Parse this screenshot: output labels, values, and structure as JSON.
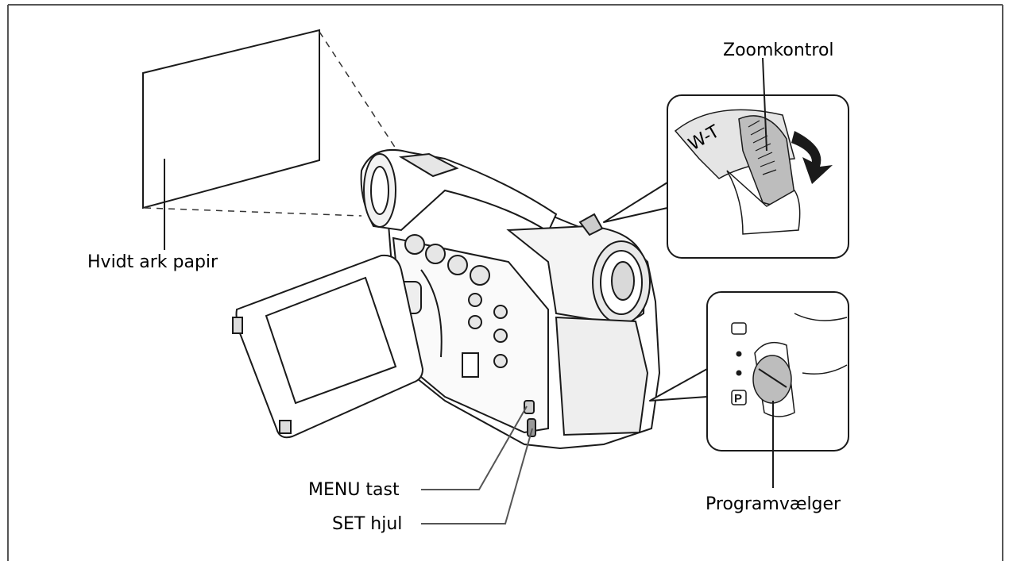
{
  "diagram": {
    "labels": {
      "paper": "Hvidt ark papir",
      "zoom": "Zoomkontrol",
      "menu": "MENU tast",
      "set": "SET hjul",
      "program": "Programvælger",
      "zoom_scale": "W-T"
    },
    "colors": {
      "line": "#1a1a1a",
      "border": "#555555",
      "shade": "#bdbdbd"
    }
  }
}
